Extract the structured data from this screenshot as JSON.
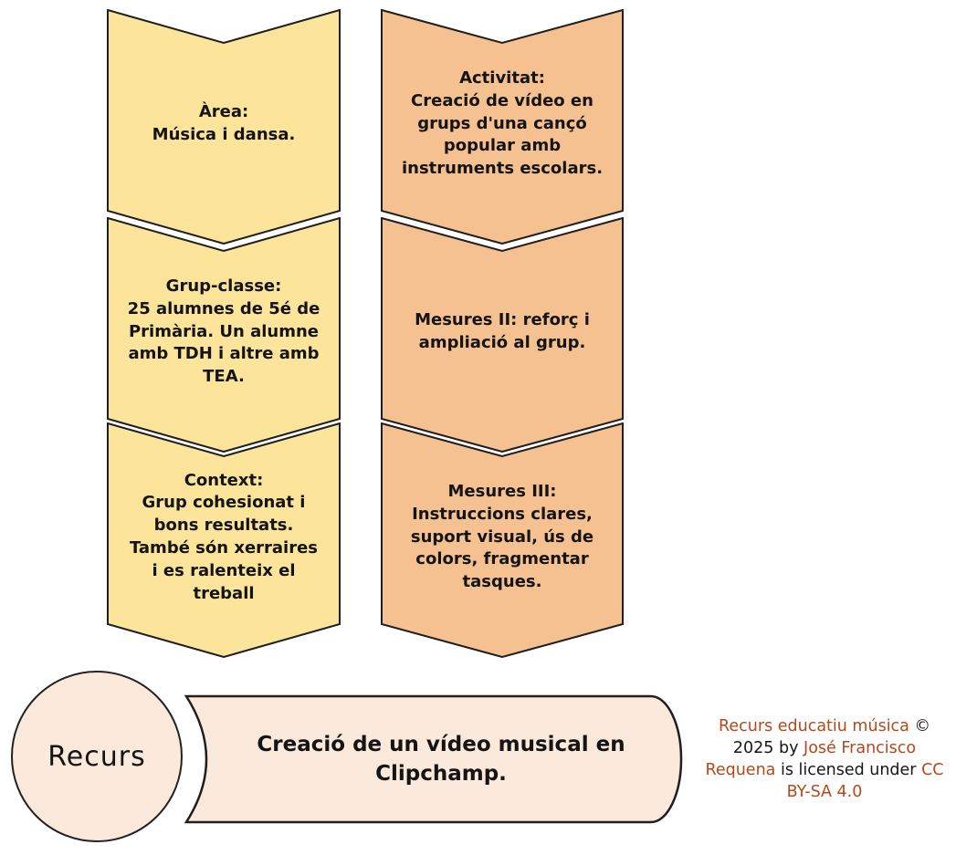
{
  "colors": {
    "left_column_fill": "#FCE49B",
    "right_column_fill": "#F6C191",
    "peach_fill": "#FBE9DC",
    "outline": "#1F1F1F",
    "link_text": "#B3491B",
    "body_text": "#141414",
    "background": "#FFFFFF"
  },
  "left_column": {
    "cards": [
      {
        "text": "Àrea:\nMúsica i dansa."
      },
      {
        "text": "Grup-classe:\n25 alumnes de 5é de Primària. Un alumne amb TDH i altre amb TEA."
      },
      {
        "text": "Context:\nGrup cohesionat i bons resultats. També són xerraires i es ralenteix el treball"
      }
    ]
  },
  "right_column": {
    "cards": [
      {
        "text": "Activitat:\nCreació de vídeo en grups d'una cançó popular amb instruments escolars."
      },
      {
        "text": "Mesures II: reforç i ampliació al grup."
      },
      {
        "text": "Mesures III:\nInstruccions clares, suport visual, ús de colors, fragmentar tasques."
      }
    ]
  },
  "resource": {
    "circle_label": "Recurs",
    "banner_text": "Creació de un vídeo musical en Clipchamp."
  },
  "license": {
    "segments": [
      {
        "text": "Recurs educatiu música",
        "style": "link"
      },
      {
        "text": " © 2025 by ",
        "style": "plain"
      },
      {
        "text": "José Francisco Requena",
        "style": "link"
      },
      {
        "text": " is licensed under ",
        "style": "plain"
      },
      {
        "text": "CC BY-SA 4.0",
        "style": "link"
      }
    ]
  }
}
